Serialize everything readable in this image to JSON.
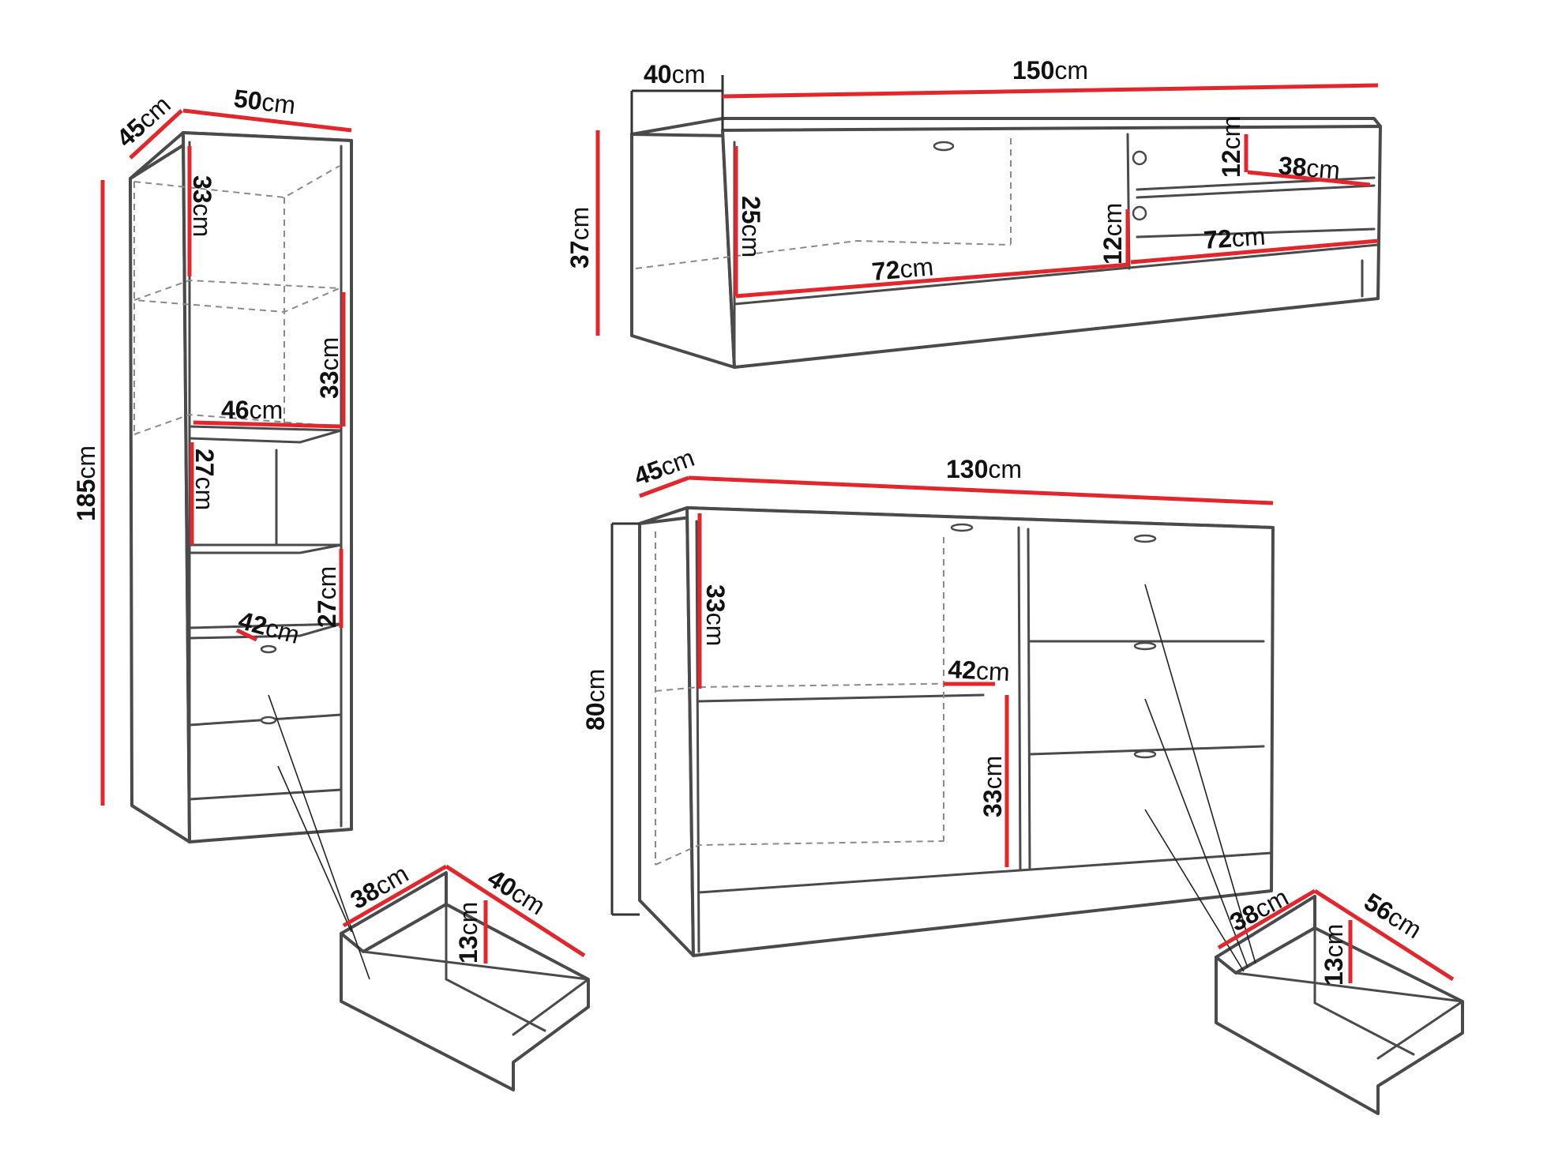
{
  "dimensions": {
    "bookcase": {
      "depth": {
        "num": "45",
        "unit": "cm"
      },
      "width": {
        "num": "50",
        "unit": "cm"
      },
      "height": {
        "num": "185",
        "unit": "cm"
      },
      "top_shelf": {
        "num": "33",
        "unit": "cm"
      },
      "mid_shelf": {
        "num": "33",
        "unit": "cm"
      },
      "inner_width": {
        "num": "46",
        "unit": "cm"
      },
      "low_shelf_1": {
        "num": "27",
        "unit": "cm"
      },
      "low_shelf_2": {
        "num": "27",
        "unit": "cm"
      },
      "inner_depth": {
        "num": "42",
        "unit": "cm"
      }
    },
    "bookcase_drawer": {
      "width": {
        "num": "38",
        "unit": "cm"
      },
      "depth": {
        "num": "40",
        "unit": "cm"
      },
      "height": {
        "num": "13",
        "unit": "cm"
      }
    },
    "tv_stand": {
      "depth": {
        "num": "40",
        "unit": "cm"
      },
      "width": {
        "num": "150",
        "unit": "cm"
      },
      "height": {
        "num": "37",
        "unit": "cm"
      },
      "open_height": {
        "num": "25",
        "unit": "cm"
      },
      "open_width": {
        "num": "72",
        "unit": "cm"
      },
      "drawer_height_1": {
        "num": "12",
        "unit": "cm"
      },
      "drawer_height_2": {
        "num": "12",
        "unit": "cm"
      },
      "drawer_width_1": {
        "num": "38",
        "unit": "cm"
      },
      "drawer_width_2": {
        "num": "72",
        "unit": "cm"
      }
    },
    "sideboard": {
      "depth": {
        "num": "45",
        "unit": "cm"
      },
      "width": {
        "num": "130",
        "unit": "cm"
      },
      "height": {
        "num": "80",
        "unit": "cm"
      },
      "upper_shelf": {
        "num": "33",
        "unit": "cm"
      },
      "lower_shelf": {
        "num": "33",
        "unit": "cm"
      },
      "inner_depth": {
        "num": "42",
        "unit": "cm"
      }
    },
    "sideboard_drawer": {
      "width": {
        "num": "38",
        "unit": "cm"
      },
      "depth": {
        "num": "56",
        "unit": "cm"
      },
      "height": {
        "num": "13",
        "unit": "cm"
      }
    }
  },
  "colors": {
    "dimension_line": "#e3262b",
    "furniture_outline": "#4a4a4a",
    "hidden_edge": "#8a8a8a",
    "text": "#111111"
  }
}
